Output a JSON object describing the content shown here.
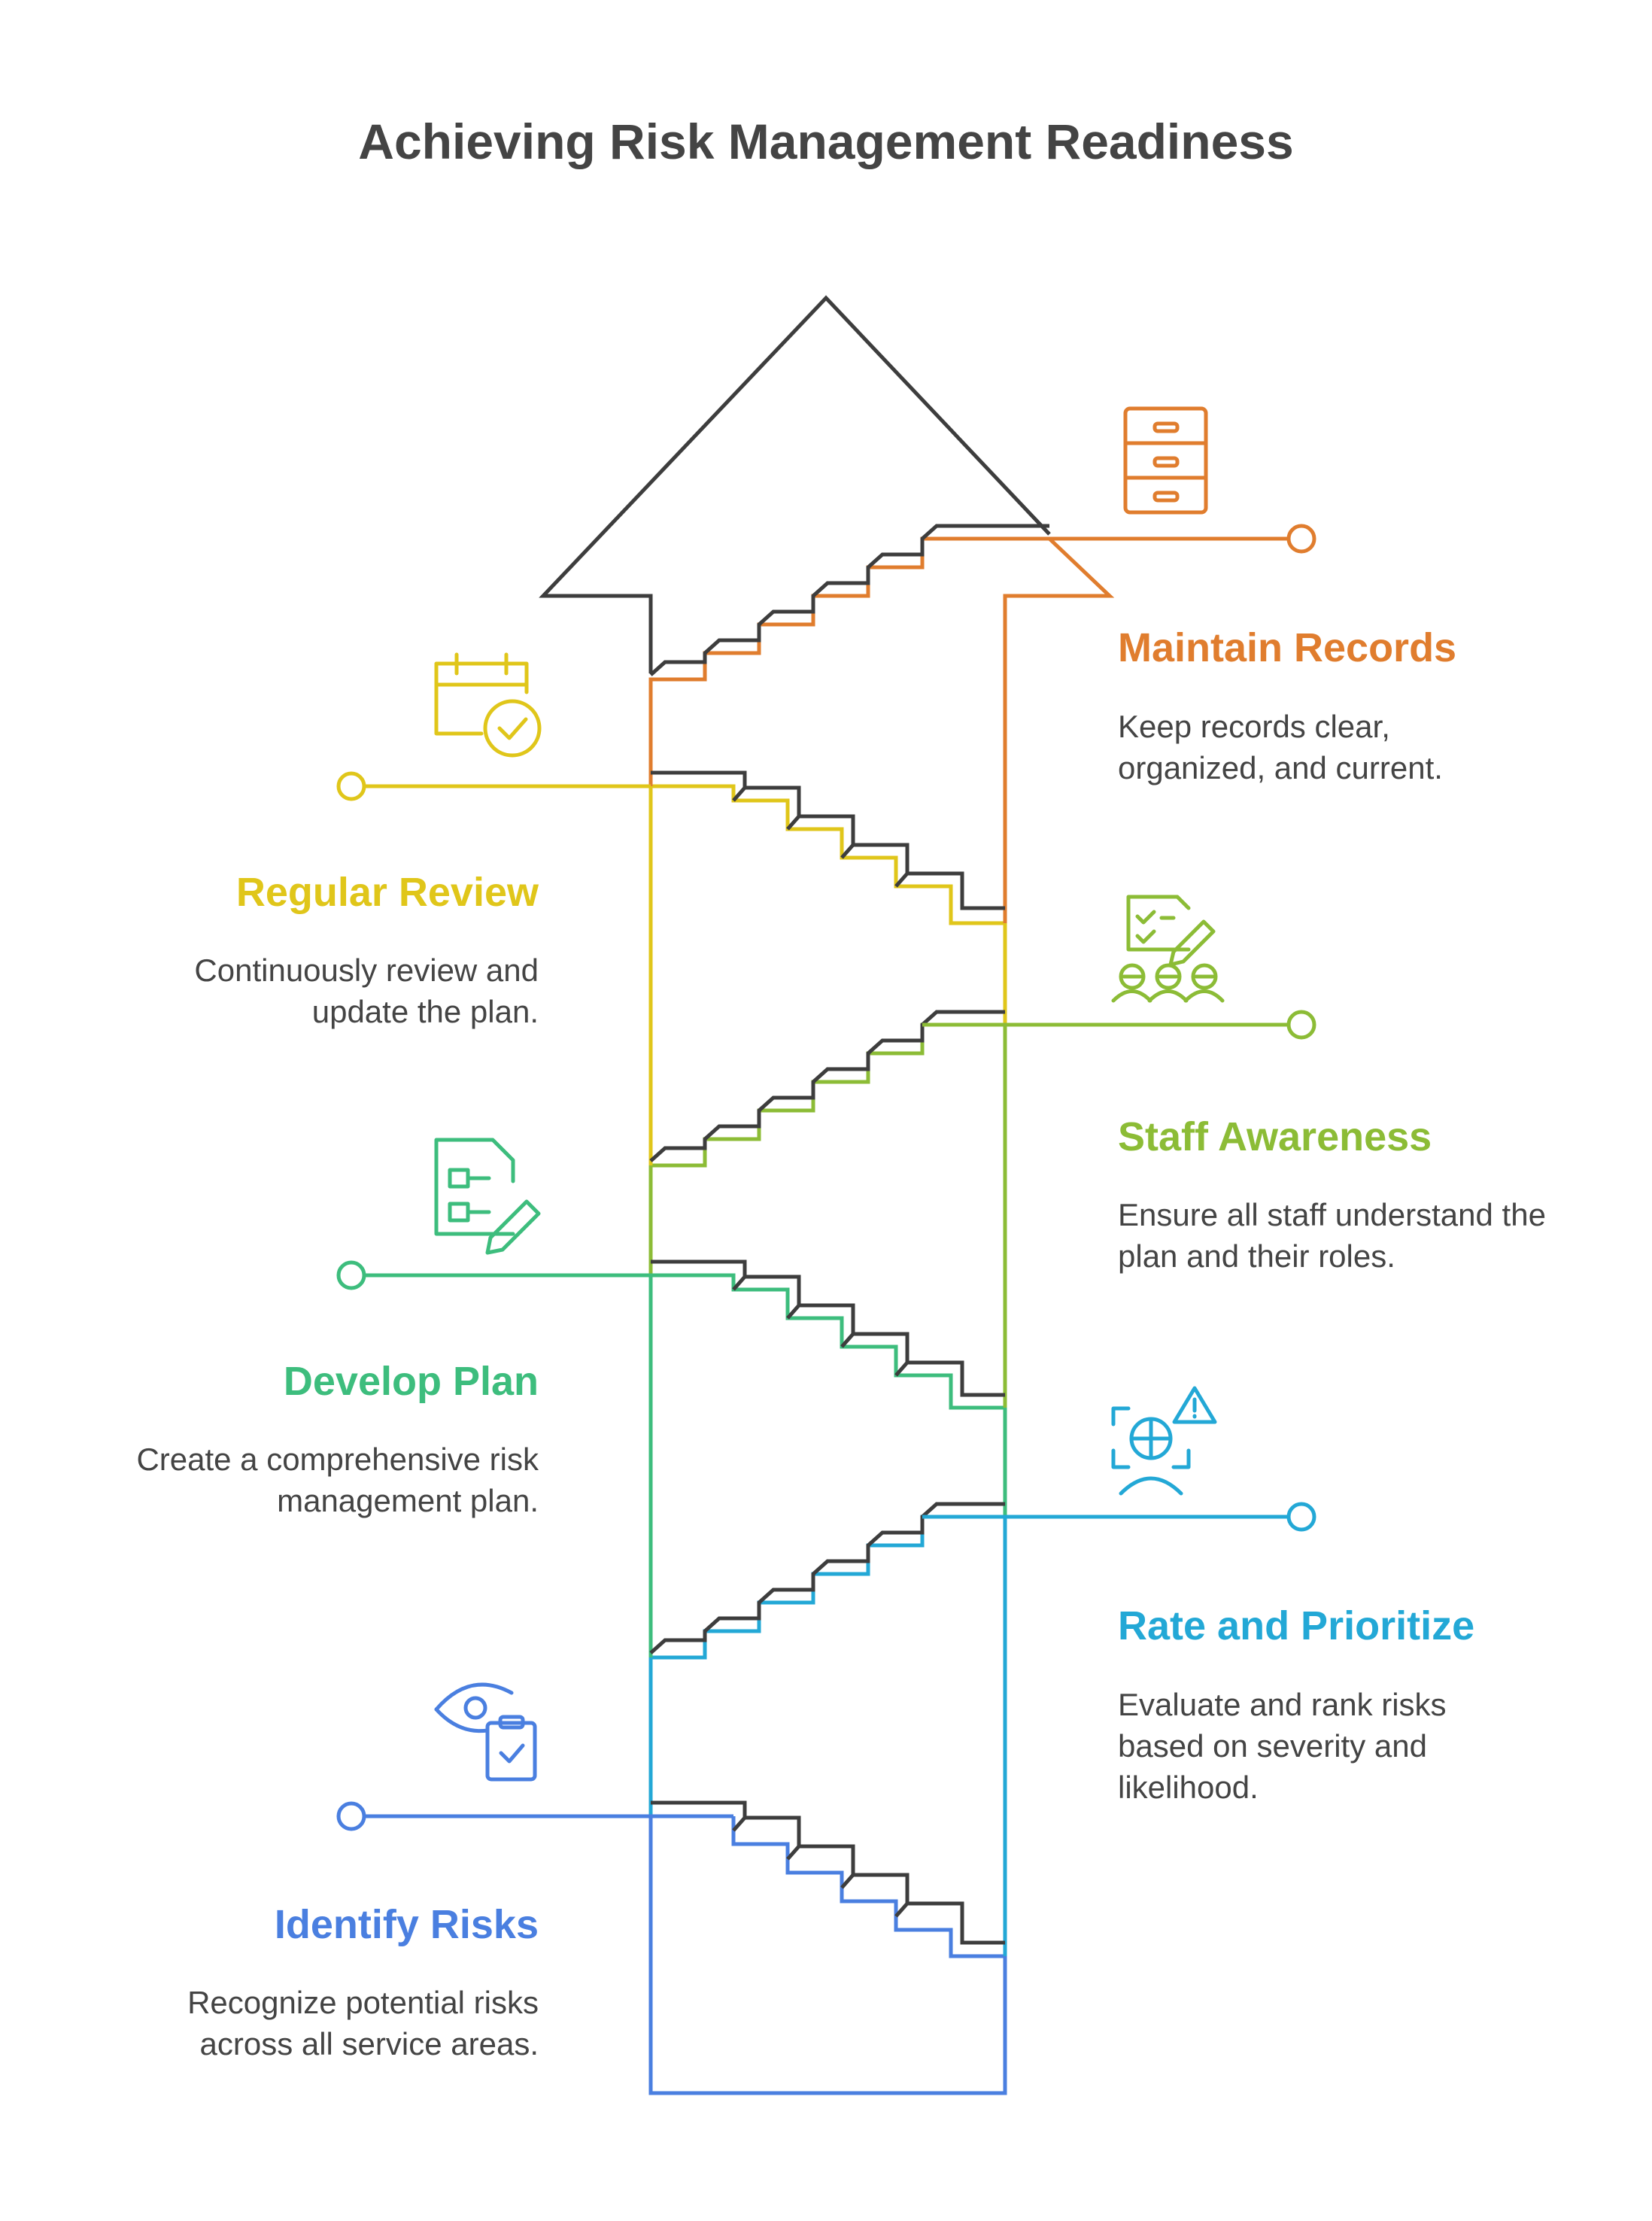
{
  "title": "Achieving Risk Management Readiness",
  "steps": [
    {
      "id": "identify",
      "title": "Identify Risks",
      "description": "Recognize potential risks across all service areas.",
      "side": "left",
      "color": "#4a7fe0",
      "icon": "eye-clipboard-icon"
    },
    {
      "id": "rate",
      "title": "Rate and Prioritize",
      "description": "Evaluate and rank risks based on severity and likelihood.",
      "side": "right",
      "color": "#23a8d6",
      "icon": "risk-assessment-icon"
    },
    {
      "id": "develop",
      "title": "Develop Plan",
      "description": "Create a comprehensive risk management plan.",
      "side": "left",
      "color": "#3dbd7d",
      "icon": "plan-document-icon"
    },
    {
      "id": "awareness",
      "title": "Staff Awareness",
      "description": "Ensure all staff understand the plan and their roles.",
      "side": "right",
      "color": "#8cbc36",
      "icon": "staff-checklist-icon"
    },
    {
      "id": "review",
      "title": "Regular Review",
      "description": "Continuously review and update the plan.",
      "side": "left",
      "color": "#e0c61a",
      "icon": "calendar-check-icon"
    },
    {
      "id": "records",
      "title": "Maintain Records",
      "description": "Keep records clear, organized, and current.",
      "side": "right",
      "color": "#e07d2e",
      "icon": "file-cabinet-icon"
    }
  ],
  "colors": {
    "outline": "#3d3d3d",
    "text": "#444444"
  }
}
